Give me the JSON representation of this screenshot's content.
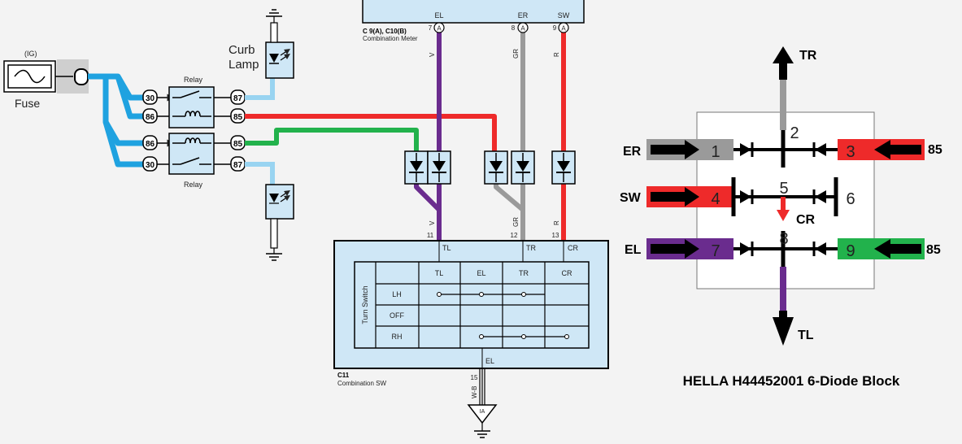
{
  "fuse": {
    "ig_label": "(IG)",
    "label": "Fuse"
  },
  "curb_lamp": {
    "line1": "Curb",
    "line2": "Lamp"
  },
  "relay_top": {
    "label": "Relay",
    "pins": [
      "30",
      "86",
      "87",
      "85"
    ]
  },
  "relay_bottom": {
    "label": "Relay",
    "pins": [
      "86",
      "30",
      "85",
      "87"
    ]
  },
  "meter": {
    "label1": "C 9(A), C10(B)",
    "label2": "Combination Meter",
    "terminals": [
      "EL",
      "ER",
      "SW"
    ],
    "pin_numbers": [
      "7",
      "8",
      "9"
    ],
    "connector_letter": "A",
    "wire_colors": [
      "V",
      "GR",
      "R"
    ]
  },
  "combo_switch": {
    "pin_numbers": [
      "11",
      "12",
      "13"
    ],
    "wire_colors": [
      "V",
      "GR",
      "R"
    ],
    "top_terminals": [
      "TL",
      "TR",
      "CR"
    ],
    "bottom_terminal": "EL",
    "label1": "C11",
    "label2": "Combination SW",
    "ground_pin": "15",
    "ground_wire": "W-B",
    "ground_label": "IA",
    "table": {
      "side_label": "Turn Switch",
      "columns": [
        "TL",
        "EL",
        "TR",
        "CR"
      ],
      "rows": [
        "LH",
        "OFF",
        "RH"
      ]
    }
  },
  "diode_block": {
    "title": "HELLA H44452001 6-Diode Block",
    "pin_numbers": [
      "1",
      "2",
      "3",
      "4",
      "5",
      "6",
      "7",
      "8",
      "9"
    ],
    "labels": {
      "tr": "TR",
      "er": "ER",
      "n85a": "85",
      "sw": "SW",
      "cr": "CR",
      "el": "EL",
      "n85b": "85",
      "tl": "TL"
    }
  },
  "colors": {
    "blue_wire": "#1fa2e0",
    "light_blue_wire": "#99d4f1",
    "red_wire": "#ee2a2a",
    "green_wire": "#22b24c",
    "violet_wire": "#6a2c8e",
    "gray_wire": "#9a9a9a",
    "component_fill": "#cfe7f6"
  }
}
